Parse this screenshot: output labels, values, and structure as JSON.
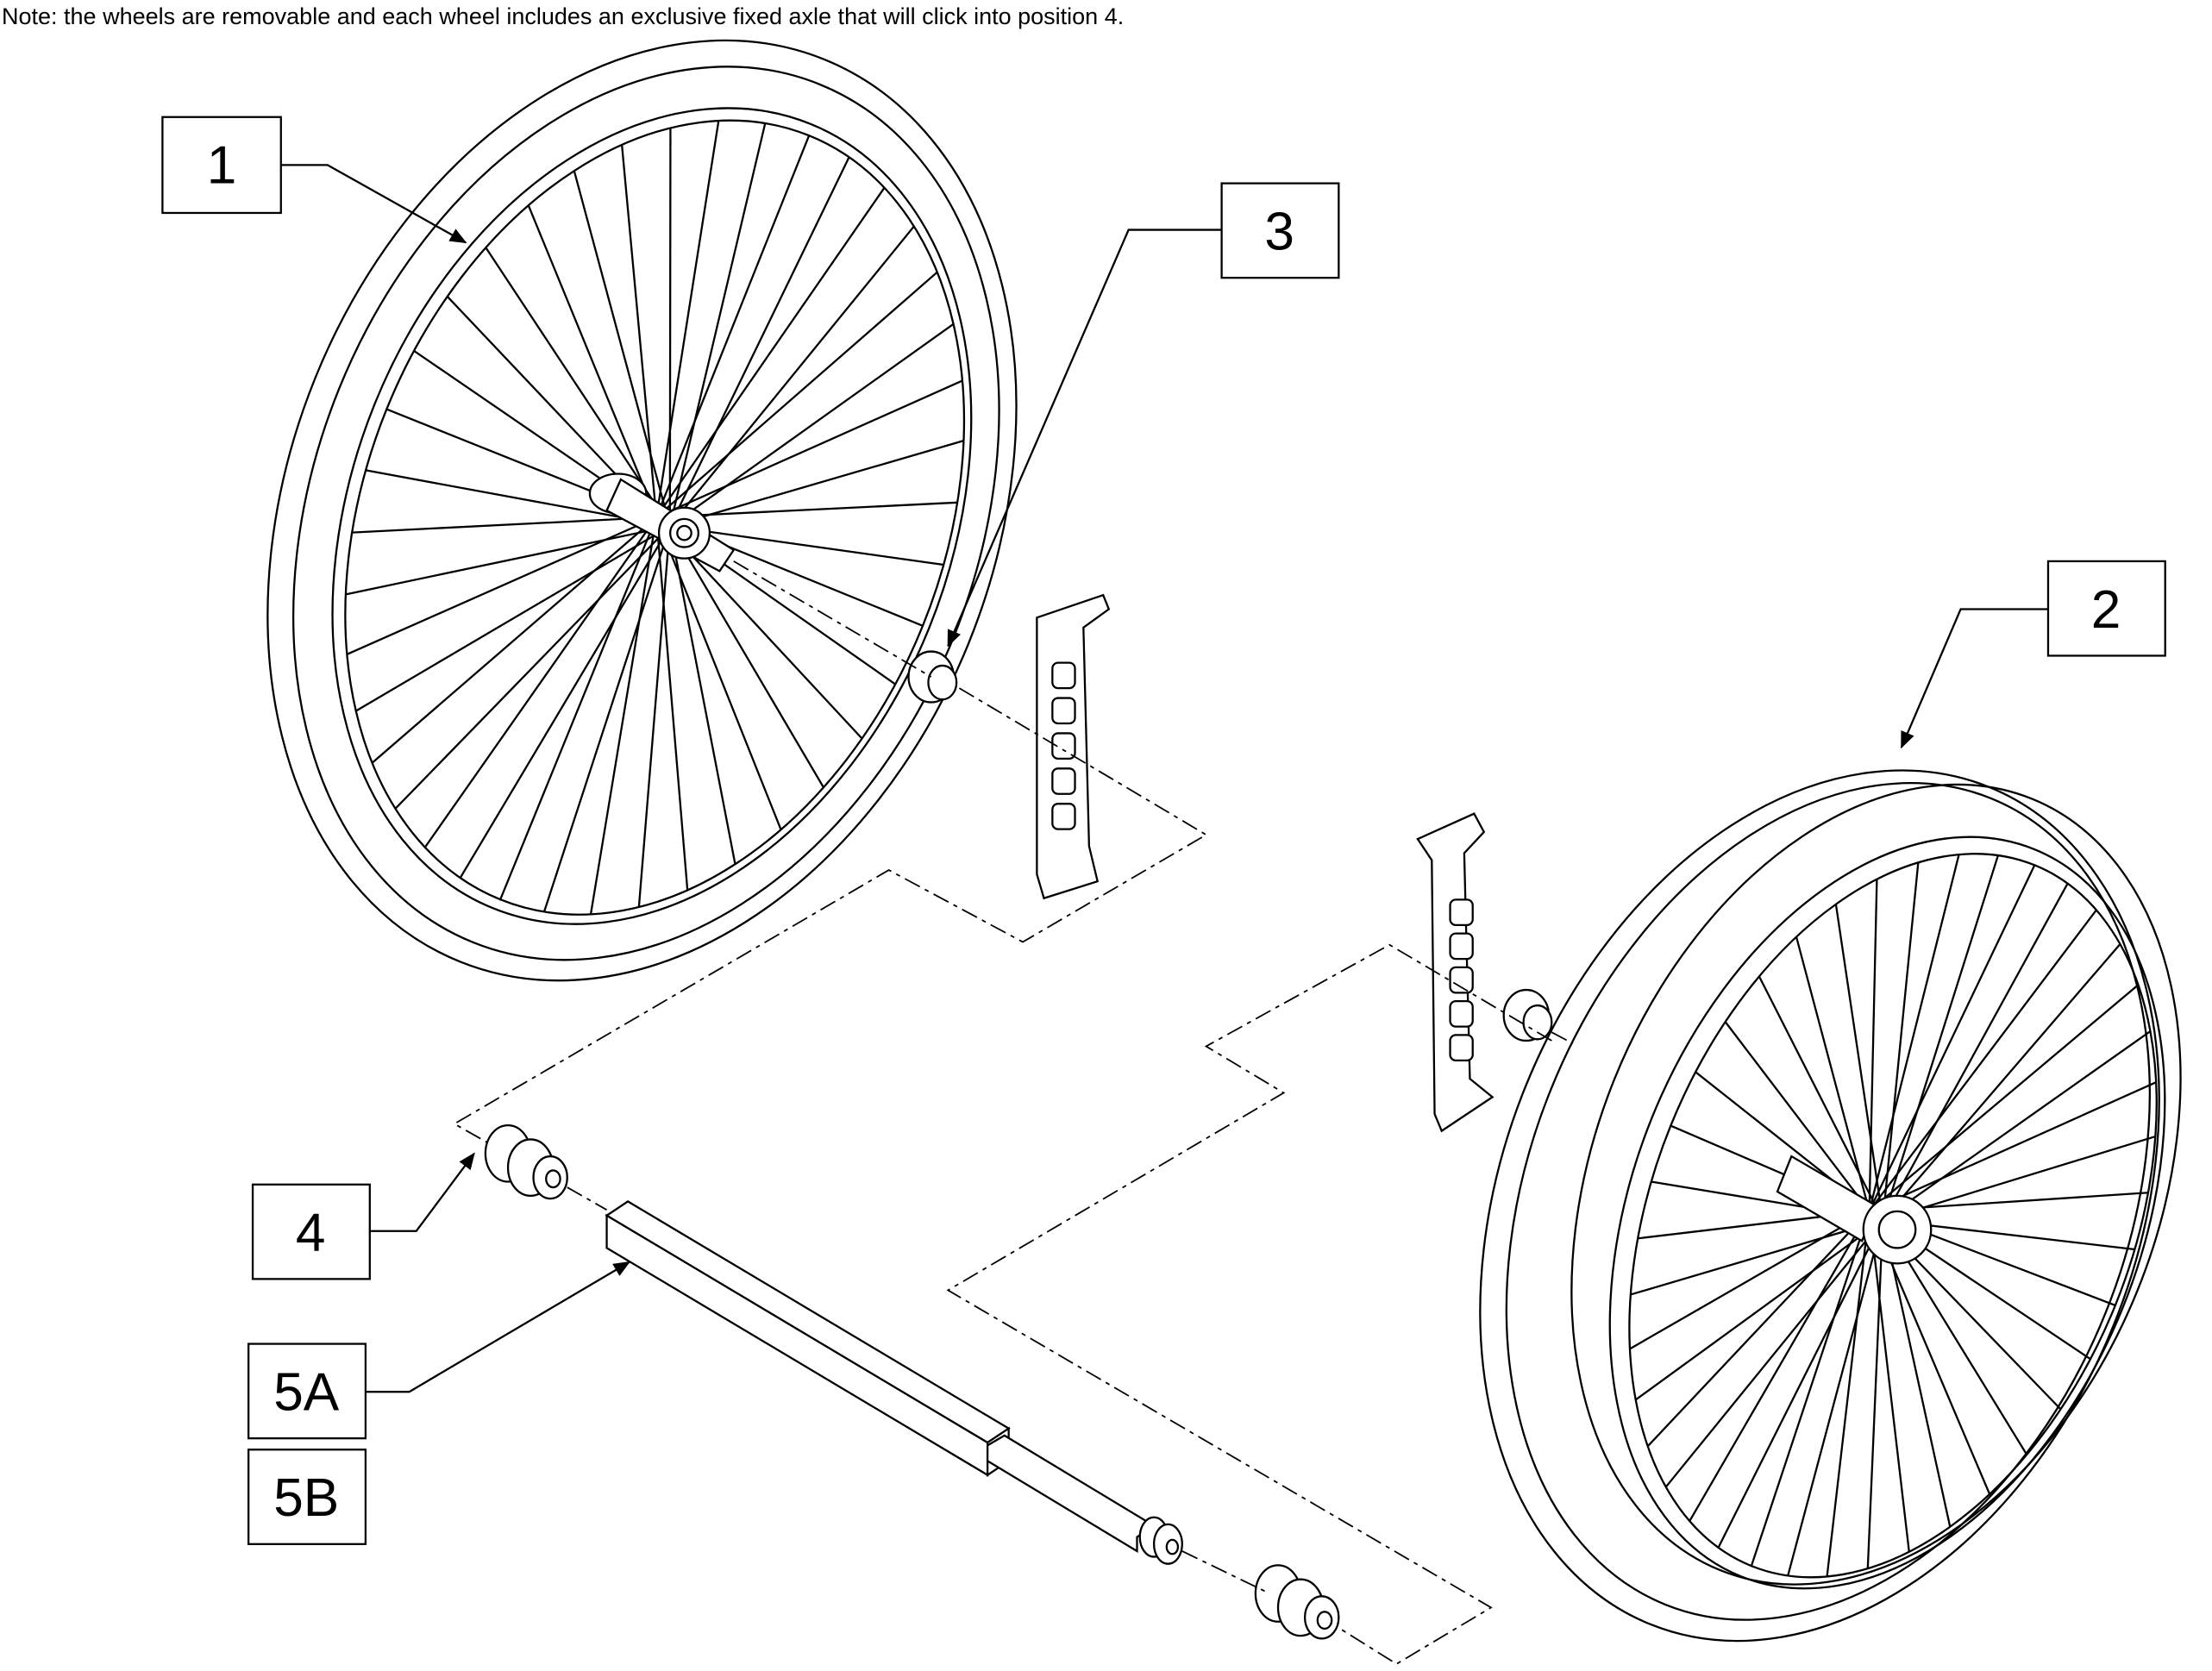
{
  "note": "Note: the wheels are removable and each wheel includes an exclusive fixed axle that will click into position 4.",
  "callouts": {
    "wheel_left": "1",
    "wheel_right": "2",
    "axle_nut": "3",
    "bushing": "4",
    "axle_tube_a": "5A",
    "axle_tube_b": "5B"
  }
}
